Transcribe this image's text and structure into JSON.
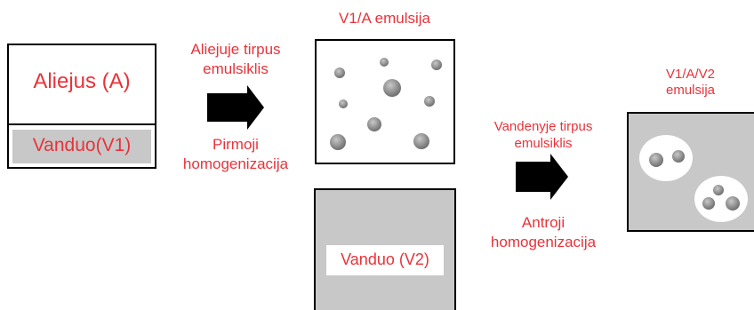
{
  "left_container": {
    "oil_label": "Aliejus (A)",
    "water_label": "Vanduo(V1)"
  },
  "step1": {
    "top_label_line1": "Aliejuje tirpus",
    "top_label_line2": "emulsiklis",
    "bottom_label_line1": "Pirmoji",
    "bottom_label_line2": "homogenizacija"
  },
  "emulsion1": {
    "title": "V1/A emulsija"
  },
  "outer_water": {
    "label": "Vanduo (V2)"
  },
  "step2": {
    "top_label_line1": "Vandenyje tirpus",
    "top_label_line2": "emulsiklis",
    "bottom_label_line1": "Antroji",
    "bottom_label_line2": "homogenizacija"
  },
  "emulsion2": {
    "title_line1": "V1/A/V2",
    "title_line2": "emulsija"
  },
  "colors": {
    "label_red": "#e8333a",
    "water_gray": "#c8c8c8",
    "droplet_gray": "#8c8c8c"
  }
}
